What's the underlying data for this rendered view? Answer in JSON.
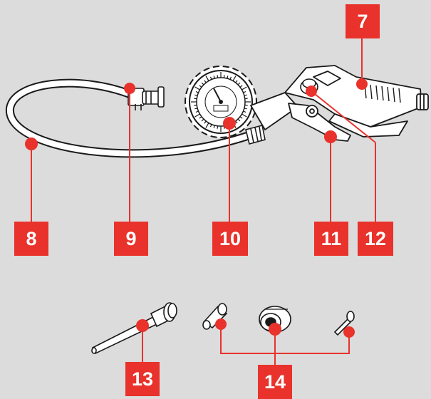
{
  "colors": {
    "background": "#dcdcdc",
    "accent": "#e8322b",
    "outline": "#1a1a1a",
    "fill": "#ffffff"
  },
  "callouts": {
    "c7": "7",
    "c8": "8",
    "c9": "9",
    "c10": "10",
    "c11": "11",
    "c12": "12",
    "c13": "13",
    "c14": "14"
  }
}
